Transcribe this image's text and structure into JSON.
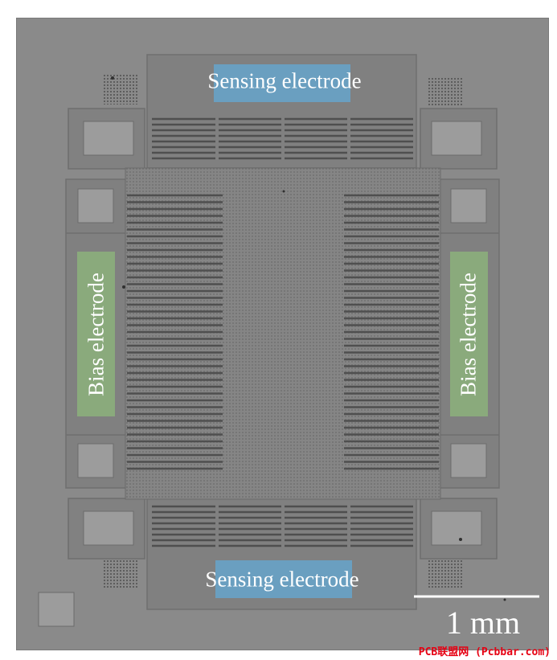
{
  "labels": {
    "sensing_top": "Sensing electrode",
    "sensing_bottom": "Sensing electrode",
    "bias_left": "Bias electrode",
    "bias_right": "Bias electrode"
  },
  "scale_bar": {
    "text": "1 mm"
  },
  "watermark": "PCB联盟网 (Pcbbar.com)",
  "colors": {
    "background": "#8a8a8a",
    "structure": "#7f7f7f",
    "finger_dark": "#4f4f4f",
    "sensing_highlight": "#6a9fc0",
    "bias_highlight": "#8aaa7c",
    "pad": "#9c9c9c",
    "watermark": "#e60012"
  }
}
